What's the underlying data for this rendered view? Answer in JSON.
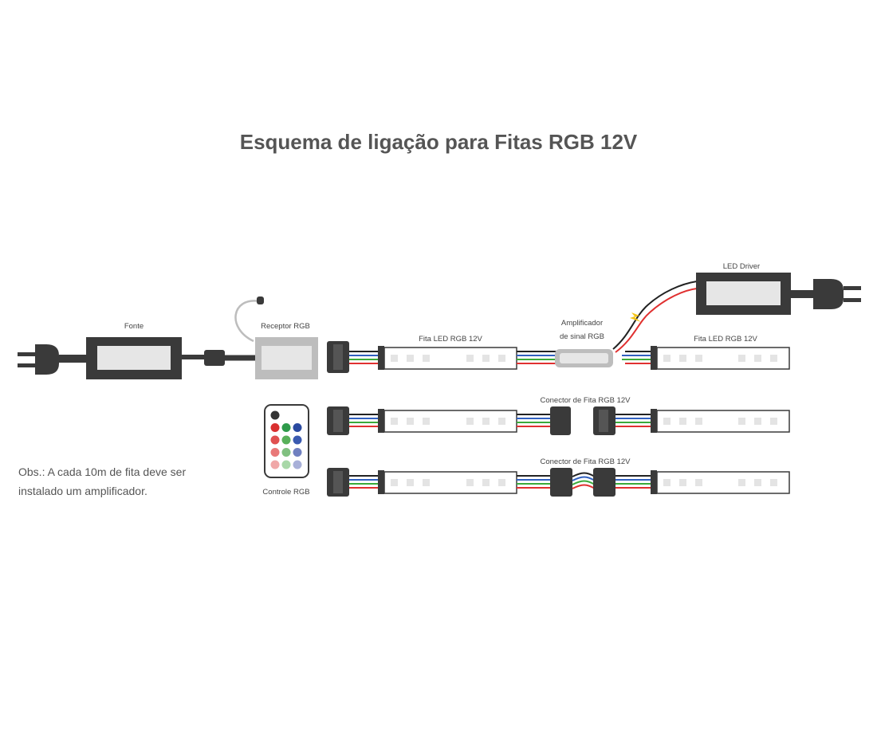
{
  "title": "Esquema de ligação para Fitas RGB 12V",
  "note": "Obs.: A cada 10m de fita deve ser instalado um amplificador.",
  "labels": {
    "fonte": "Fonte",
    "receptor": "Receptor RGB",
    "controle": "Controle RGB",
    "fita_1": "Fita LED RGB 12V",
    "fita_2": "Fita LED RGB 12V",
    "amplificador_line1": "Amplificador",
    "amplificador_line2": "de sinal RGB",
    "led_driver": "LED Driver",
    "conector_1": "Conector de Fita RGB 12V",
    "conector_2": "Conector de Fita RGB 12V"
  },
  "colors": {
    "device_dark": "#3a3a3a",
    "device_screen": "#e6e6e6",
    "receiver_body": "#bdbdbd",
    "wire_black": "#222222",
    "wire_red": "#e03030",
    "wire_green": "#3aaa3a",
    "wire_blue": "#3060c0",
    "led_chip": "#e4e4e4",
    "spark": "#f5c518"
  },
  "remote_buttons": [
    [
      "#333333"
    ],
    [
      "#d93030",
      "#2e9a4a",
      "#2a4aa0"
    ],
    [
      "#e05050",
      "#58b05a",
      "#3a5ab0"
    ],
    [
      "#e87878",
      "#80c080",
      "#7080c0"
    ],
    [
      "#f0a8a8",
      "#a8d8a8",
      "#a8b0d8"
    ]
  ]
}
